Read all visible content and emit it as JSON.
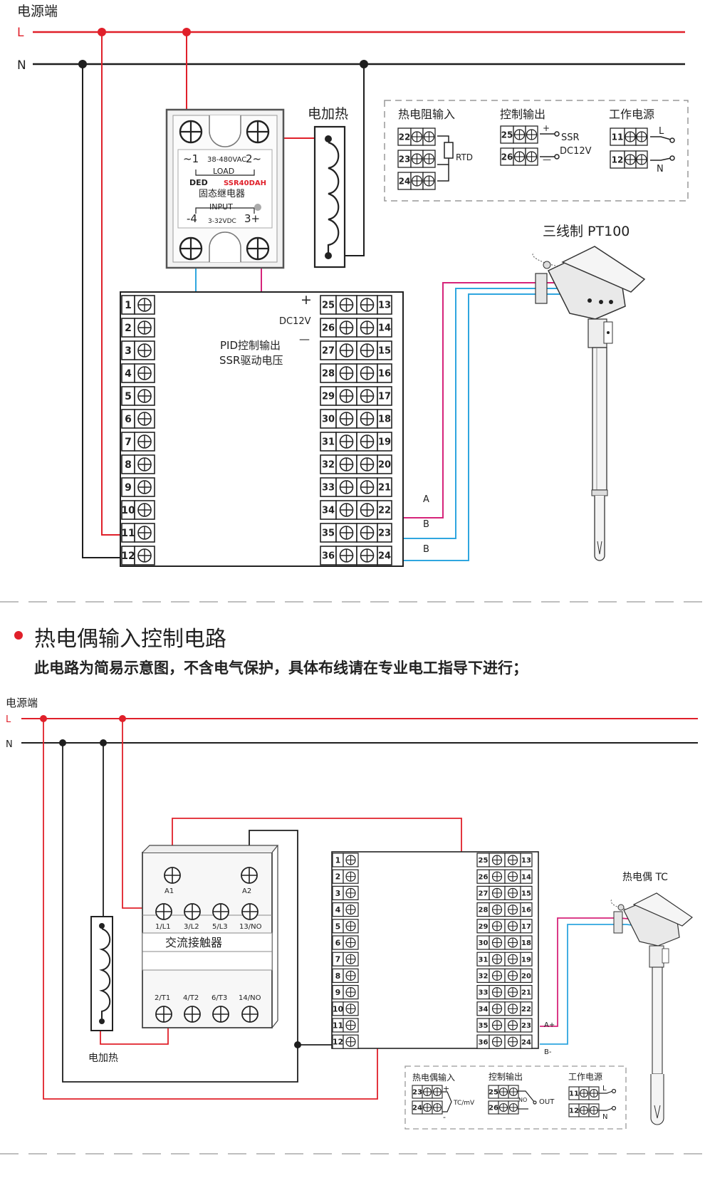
{
  "colors": {
    "red": "#e0202a",
    "pink": "#d6247a",
    "blue": "#2fa6df",
    "black": "#1e1e1e",
    "dashed": "#999999"
  },
  "top": {
    "power_label": "电源端",
    "line_L": "L",
    "line_N": "N",
    "ssr": {
      "t1": "~1",
      "voltage": "38-480VAC",
      "t2": "2~",
      "load": "LOAD",
      "brand": "DED",
      "model": "SSR40DAH",
      "name": "固态继电器",
      "input": "INPUT",
      "t4": "-4",
      "dc": "3-32VDC",
      "t3": "3+"
    },
    "heater_label": "电加热",
    "plus": "+",
    "minus": "—",
    "dc12v": "DC12V",
    "pid_out": "PID控制输出",
    "ssr_drive": "SSR驱动电压",
    "sensor_title": "三线制 PT100",
    "wire_a": "A",
    "wire_b1": "B",
    "wire_b2": "B",
    "left_terminals": [
      "1",
      "2",
      "3",
      "4",
      "5",
      "6",
      "7",
      "8",
      "9",
      "10",
      "11",
      "12"
    ],
    "mid_terminals": [
      "25",
      "26",
      "27",
      "28",
      "29",
      "30",
      "31",
      "32",
      "33",
      "34",
      "35",
      "36"
    ],
    "right_terminals": [
      "13",
      "14",
      "15",
      "16",
      "17",
      "18",
      "19",
      "20",
      "21",
      "22",
      "23",
      "24"
    ],
    "legend": {
      "g1_title": "热电阻输入",
      "g1_terms": [
        "22",
        "23",
        "24"
      ],
      "rtd": "RTD",
      "g2_title": "控制输出",
      "g2_terms": [
        "25",
        "26"
      ],
      "g2_plus": "+",
      "g2_minus": "—",
      "ssr": "SSR",
      "dc12v": "DC12V",
      "g3_title": "工作电源",
      "g3_terms": [
        "11",
        "12"
      ],
      "l": "L",
      "n": "N"
    }
  },
  "section": {
    "title": "热电偶输入控制电路",
    "note": "此电路为简易示意图，不含电气保护，具体布线请在专业电工指导下进行；"
  },
  "bottom": {
    "power_label": "电源端",
    "line_L": "L",
    "line_N": "N",
    "contactor": {
      "a1": "A1",
      "a2": "A2",
      "top_terms": [
        "1/L1",
        "3/L2",
        "5/L3",
        "13/NO"
      ],
      "name": "交流接触器",
      "bottom_terms": [
        "2/T1",
        "4/T2",
        "6/T3",
        "14/NO"
      ]
    },
    "heater_label": "电加热",
    "sensor_title": "热电偶 TC",
    "a_plus": "A+",
    "b_minus": "B-",
    "left_terminals": [
      "1",
      "2",
      "3",
      "4",
      "5",
      "6",
      "7",
      "8",
      "9",
      "10",
      "11",
      "12"
    ],
    "mid_terminals": [
      "25",
      "26",
      "27",
      "28",
      "29",
      "30",
      "31",
      "32",
      "33",
      "34",
      "35",
      "36"
    ],
    "right_terminals": [
      "13",
      "14",
      "15",
      "16",
      "17",
      "18",
      "19",
      "20",
      "21",
      "22",
      "23",
      "24"
    ],
    "legend": {
      "g1_title": "热电偶输入",
      "g1_terms": [
        "23",
        "24"
      ],
      "plus": "+",
      "minus": "-",
      "tcmv": "TC/mV",
      "g2_title": "控制输出",
      "g2_terms": [
        "25",
        "26"
      ],
      "no": "NO",
      "out": "OUT",
      "g3_title": "工作电源",
      "g3_terms": [
        "11",
        "12"
      ],
      "l": "L",
      "n": "N"
    }
  }
}
